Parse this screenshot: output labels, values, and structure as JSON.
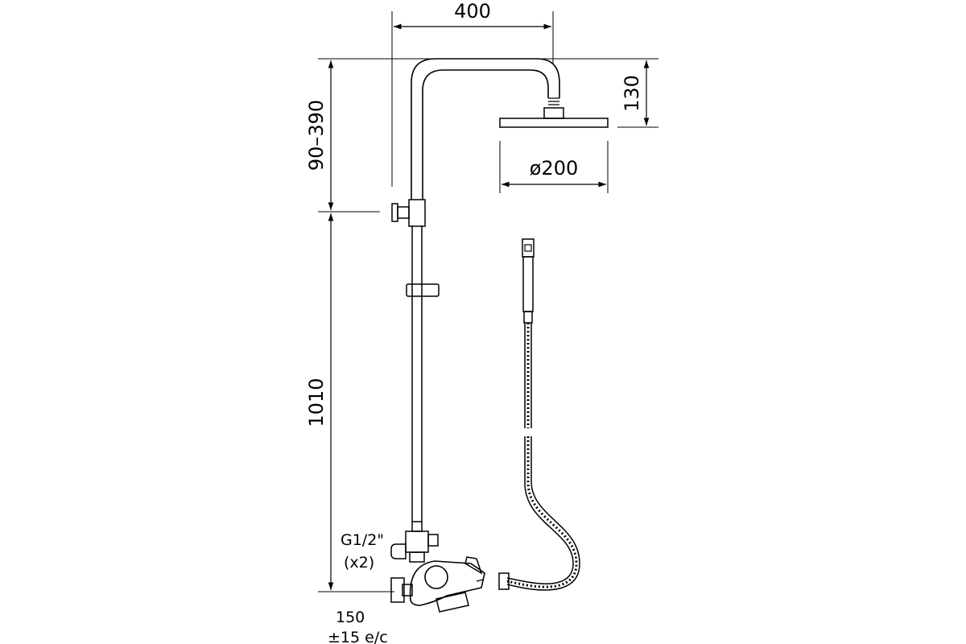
{
  "dimensions": {
    "width_top": "400",
    "head_drop": "130",
    "head_diameter": "ø200",
    "arm_adjust": "90–390",
    "column_height": "1010"
  },
  "connection": {
    "thread": "G1/2\"",
    "count": "(x2)",
    "spacing": "150",
    "tolerance": "±15 e/c"
  }
}
